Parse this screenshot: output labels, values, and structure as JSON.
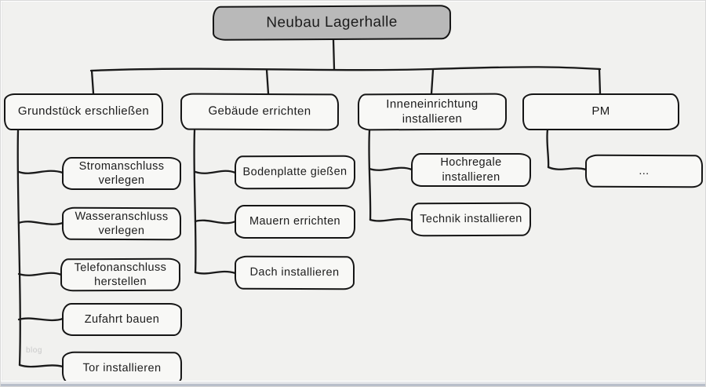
{
  "diagram": {
    "type": "work-breakdown-structure",
    "root": {
      "label": "Neubau Lagerhalle"
    },
    "branches": [
      {
        "label": "Grundstück erschließen",
        "children": [
          "Stromanschluss verlegen",
          "Wasseranschluss verlegen",
          "Telefonanschluss herstellen",
          "Zufahrt bauen",
          "Tor installieren"
        ]
      },
      {
        "label": "Gebäude errichten",
        "children": [
          "Bodenplatte gießen",
          "Mauern errichten",
          "Dach installieren"
        ]
      },
      {
        "label": "Inneneinrichtung installieren",
        "children": [
          "Hochregale installieren",
          "Technik installieren"
        ]
      },
      {
        "label": "PM",
        "children": [
          "..."
        ]
      }
    ],
    "watermark": "blog",
    "colors": {
      "background": "#f1f1ef",
      "node_fill": "#f8f8f6",
      "root_fill": "#b9b9b9",
      "line": "#1a1a1a",
      "bottom_bar": "#b9bfca"
    }
  }
}
